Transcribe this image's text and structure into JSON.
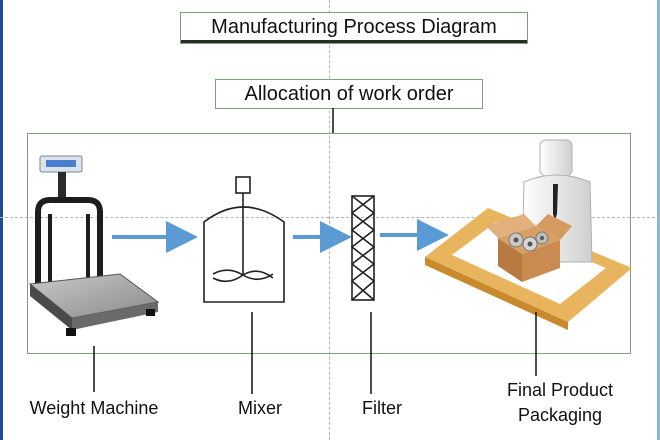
{
  "title": "Manufacturing Process Diagram",
  "order_label": "Allocation of work order",
  "stages": [
    {
      "name": "Weight Machine"
    },
    {
      "name": "Mixer"
    },
    {
      "name": "Filter"
    },
    {
      "name_lines": [
        "Final Product",
        "Packaging"
      ]
    }
  ],
  "colors": {
    "arrow": "#5b9bd5",
    "box_border": "#7ea17a",
    "table": "#e8b45e"
  }
}
